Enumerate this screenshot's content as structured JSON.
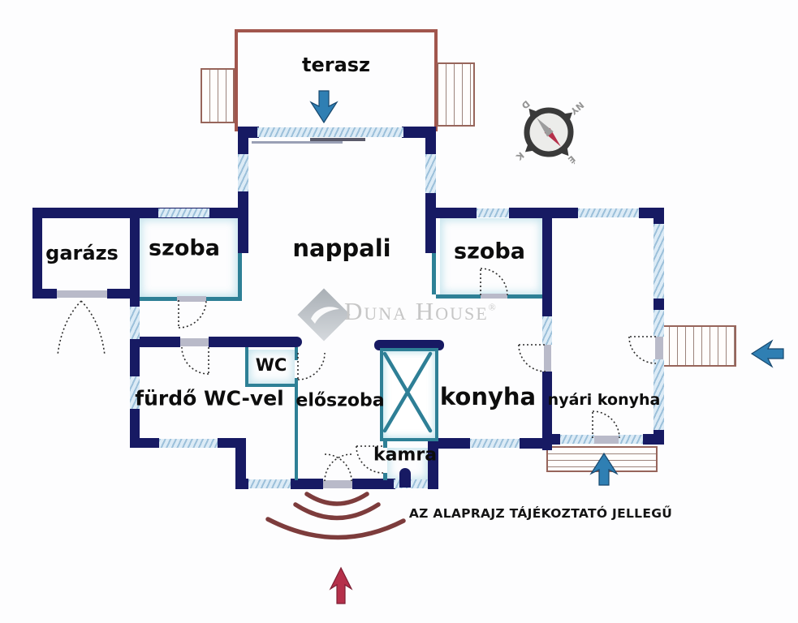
{
  "meta": {
    "note": "AZ ALAPRAJZ TÁJÉKOZTATÓ JELLEGŰ"
  },
  "rooms": {
    "terasz": {
      "label": "terasz"
    },
    "garazs": {
      "label": "garázs"
    },
    "szoba_left": {
      "label": "szoba"
    },
    "nappali": {
      "label": "nappali"
    },
    "szoba_right": {
      "label": "szoba"
    },
    "wc": {
      "label": "WC"
    },
    "furdo": {
      "label": "fürdő WC-vel"
    },
    "eloszoba": {
      "label": "előszoba"
    },
    "konyha": {
      "label": "konyha"
    },
    "nyari_konyha": {
      "label": "nyári konyha"
    },
    "kamra": {
      "label": "kamra"
    }
  },
  "compass": {
    "north": "É",
    "south": "D",
    "east": "K",
    "west": "NY"
  },
  "watermark": {
    "brand": "Duna House",
    "registered": "®"
  },
  "colors": {
    "wall": "#171a63",
    "partition": "#2e8096",
    "terrace_outline": "#a1564d",
    "window_fill": "#dcebf6",
    "arrow_blue": "#2f7fb3",
    "arrow_red": "#b5304a",
    "entry_arcs": "#7d3c3c"
  }
}
